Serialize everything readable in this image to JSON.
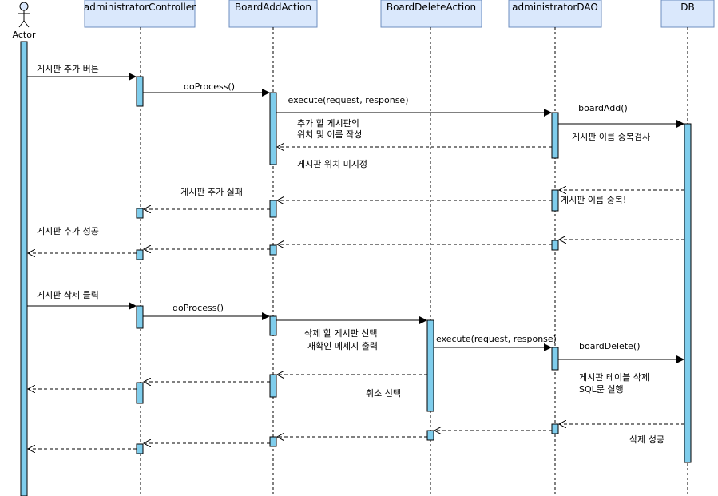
{
  "participants": {
    "actor": "Actor",
    "controller": "administratorController",
    "add_action": "BoardAddAction",
    "delete_action": "BoardDeleteAction",
    "dao": "administratorDAO",
    "db": "DB"
  },
  "messages": {
    "m1": "게시판 추가 버튼",
    "m2": "doProcess()",
    "m3": "execute(request, response)",
    "m4": "boardAdd()",
    "m5a": "추가 할 게시판의",
    "m5b": "위치 및 이름 작성",
    "m6": "게시판 이름 중복검사",
    "m7": "게시판 위치 미지정",
    "m8": "게시판 추가 실패",
    "m9": "게시판 이름 중복!",
    "m10": "게시판 추가 성공",
    "m11": "게시판 삭제 클릭",
    "m12": "doProcess()",
    "m13a": "삭제 할 게시판 선택",
    "m13b": "재확인 메세지 출력",
    "m14": "execute(request, response)",
    "m15": "boardDelete()",
    "m16a": "게시판 테이블 삭제",
    "m16b": "SQL문 실행",
    "m17": "취소 선택",
    "m18": "삭제 성공"
  }
}
